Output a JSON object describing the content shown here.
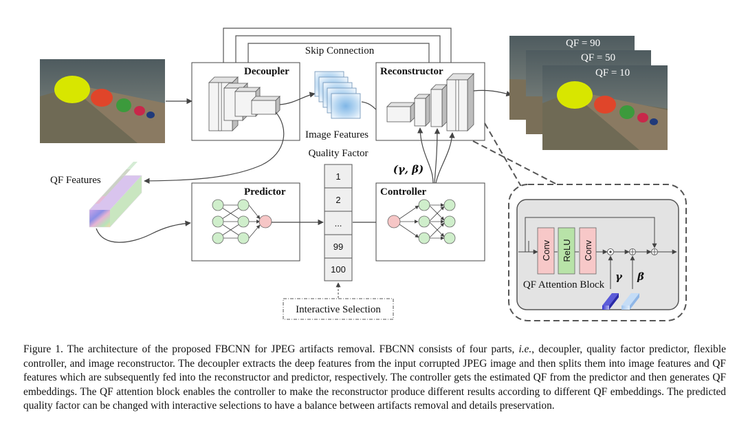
{
  "figure": {
    "skip_connection": "Skip Connection",
    "decoupler": "Decoupler",
    "reconstructor": "Reconstructor",
    "image_features": "Image Features",
    "quality_factor": "Quality Factor",
    "gamma_beta": "(γ, β)",
    "qf_features": "QF Features",
    "predictor": "Predictor",
    "controller": "Controller",
    "qf_values": [
      "1",
      "2",
      "...",
      "99",
      "100"
    ],
    "interactive_selection": "Interactive Selection",
    "outputs": [
      "QF = 90",
      "QF = 50",
      "QF = 10"
    ],
    "attention_block": {
      "title": "QF Attention Block",
      "layers": [
        "Conv",
        "ReLU",
        "Conv"
      ],
      "gamma": "γ",
      "beta": "β"
    }
  },
  "caption": {
    "prefix": "Figure 1. The architecture of the proposed FBCNN for JPEG artifacts removal. FBCNN consists of four parts, ",
    "ie": "i.e.",
    "rest": ", decoupler, quality factor predictor, flexible controller, and image reconstructor. The decoupler extracts the deep features from the input corrupted JPEG image and then splits them into image features and QF features which are subsequently fed into the reconstructor and predictor, respectively. The controller gets the estimated QF from the predictor and then generates QF embeddings. The QF attention block enables the controller to make the reconstructor produce different results according to different QF embeddings. The predicted quality factor can be changed with interactive selections to have a balance between artifacts removal and details preservation."
  }
}
